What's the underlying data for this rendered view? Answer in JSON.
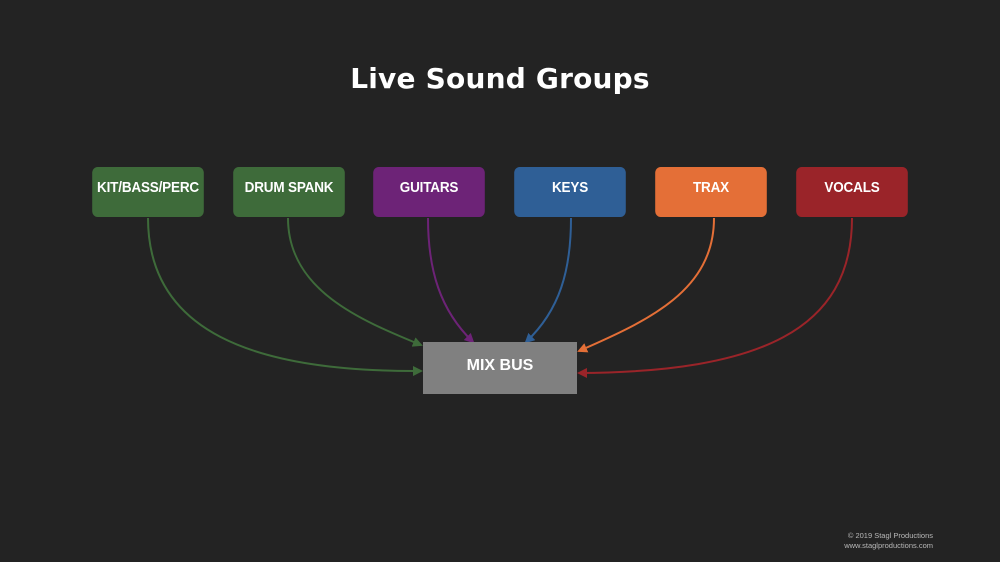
{
  "title": "Live Sound Groups",
  "groups": [
    {
      "label": "KIT/BASS/PERC",
      "color": "#3e6b3a"
    },
    {
      "label": "DRUM SPANK",
      "color": "#3e6b3a"
    },
    {
      "label": "GUITARS",
      "color": "#6d2377"
    },
    {
      "label": "KEYS",
      "color": "#2f5f96"
    },
    {
      "label": "TRAX",
      "color": "#e46f37"
    },
    {
      "label": "VOCALS",
      "color": "#9a2429"
    }
  ],
  "mix_bus": {
    "label": "MIX BUS",
    "color": "#808080"
  },
  "footer": {
    "copyright": "© 2019 Stagl Productions",
    "website": "www.staglproductions.com"
  }
}
